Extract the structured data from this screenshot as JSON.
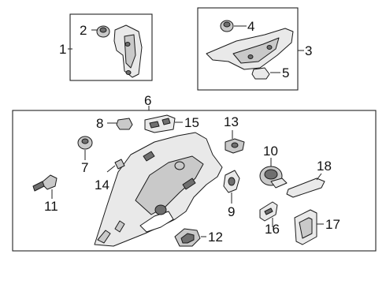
{
  "callouts": [
    {
      "id": "1",
      "label": "1"
    },
    {
      "id": "2",
      "label": "2"
    },
    {
      "id": "3",
      "label": "3"
    },
    {
      "id": "4",
      "label": "4"
    },
    {
      "id": "5",
      "label": "5"
    },
    {
      "id": "6",
      "label": "6"
    },
    {
      "id": "7",
      "label": "7"
    },
    {
      "id": "8",
      "label": "8"
    },
    {
      "id": "9",
      "label": "9"
    },
    {
      "id": "10",
      "label": "10"
    },
    {
      "id": "11",
      "label": "11"
    },
    {
      "id": "12",
      "label": "12"
    },
    {
      "id": "13",
      "label": "13"
    },
    {
      "id": "14",
      "label": "14"
    },
    {
      "id": "15",
      "label": "15"
    },
    {
      "id": "16",
      "label": "16"
    },
    {
      "id": "17",
      "label": "17"
    },
    {
      "id": "18",
      "label": "18"
    }
  ],
  "colors": {
    "line": "#222222",
    "background": "#ffffff"
  }
}
